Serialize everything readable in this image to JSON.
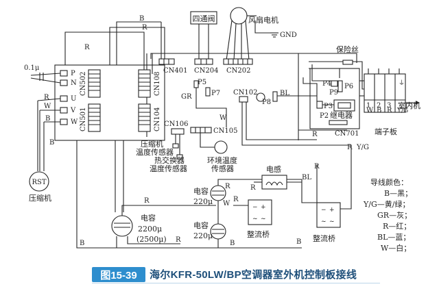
{
  "caption": {
    "figure_no": "图15-39",
    "title": "海尔KFR-50LW/BP空调器室外机控制板接线"
  },
  "components": {
    "four_way_valve": "四通阀",
    "fan_motor": "风扇电机",
    "gnd": "GND",
    "fuse": "保险丝",
    "relay": "继电器",
    "indoor": "室内机",
    "terminal_block": "端子板",
    "compressor": "压缩机",
    "rst": "RST",
    "comp_temp_sensor_1": "压缩机",
    "comp_temp_sensor_2": "温度传感器",
    "hx_temp_sensor_1": "热交换器",
    "hx_temp_sensor_2": "温度传感器",
    "ambient_temp_sensor_1": "环境温度",
    "ambient_temp_sensor_2": "传感器",
    "inductor": "电感",
    "cap_small": "0.1μ",
    "cap_big_name": "电容",
    "cap_big_value_1": "2200μ",
    "cap_big_value_2": "(2500μ)",
    "cap_top_name": "电容",
    "cap_top_value": "220μ",
    "cap_bot_name": "电容",
    "cap_bot_value": "220μ",
    "rectifier_left": "整流桥",
    "rectifier_right": "整流桥"
  },
  "connectors": {
    "cn502": "CN502",
    "cn501": "CN501",
    "cn108": "CN108",
    "cn104": "CN104",
    "cn401": "CN401",
    "cn204": "CN204",
    "cn202": "CN202",
    "cn102": "CN102",
    "cn106": "CN106",
    "cn105": "CN105",
    "cn701": "CN701",
    "p": "P",
    "n": "N",
    "u": "U",
    "v": "V",
    "w": "W",
    "p5": "P5",
    "p7": "P7",
    "p8": "P8",
    "p4": "P4",
    "p6": "P6",
    "p9": "P9",
    "p3": "P3",
    "p2": "P2"
  },
  "terminal": {
    "col_headers": [
      "W",
      "B",
      "R",
      "Y/G"
    ],
    "row_numbers": [
      "1",
      "2",
      "3"
    ]
  },
  "wire_labels": {
    "r": "R",
    "b": "B",
    "w": "W",
    "gr": "GR",
    "bl": "BL",
    "yg": "Y/G"
  },
  "legend": {
    "title": "导线颜色：",
    "items": [
      "B—黑；",
      "Y/G—黄/绿；",
      "GR—灰；",
      "R—红；",
      "BL—蓝；",
      "W—白；"
    ]
  }
}
